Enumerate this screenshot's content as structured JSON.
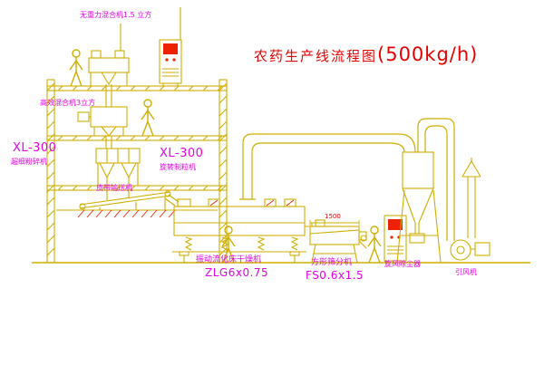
{
  "title": {
    "main": "农药生产线流程图",
    "capacity": "(500kg/h)"
  },
  "equipment": {
    "gravity_mixer": {
      "label": "无重力混合机1.5 立方"
    },
    "high_mixer": {
      "label": "高效混合机3立方"
    },
    "pulverizer": {
      "model": "XL-300",
      "name": "超细粉碎机"
    },
    "granulator": {
      "model": "XL-300",
      "name": "旋转制粒机"
    },
    "belt_conveyor": {
      "label": "皮带输送机"
    },
    "dryer": {
      "name": "振动流化床干燥机",
      "model": "ZLG6x0.75"
    },
    "sieve": {
      "name": "方形筛分机",
      "model": "FS0.6x1.5",
      "dimension": "1500"
    },
    "cyclone": {
      "label": "旋风除尘器"
    },
    "fan": {
      "label": "引风机"
    }
  },
  "colors": {
    "line": "#cfae00",
    "label_magenta": "#e800e8",
    "title_red": "#e60000",
    "accent_red": "#ee2200"
  }
}
